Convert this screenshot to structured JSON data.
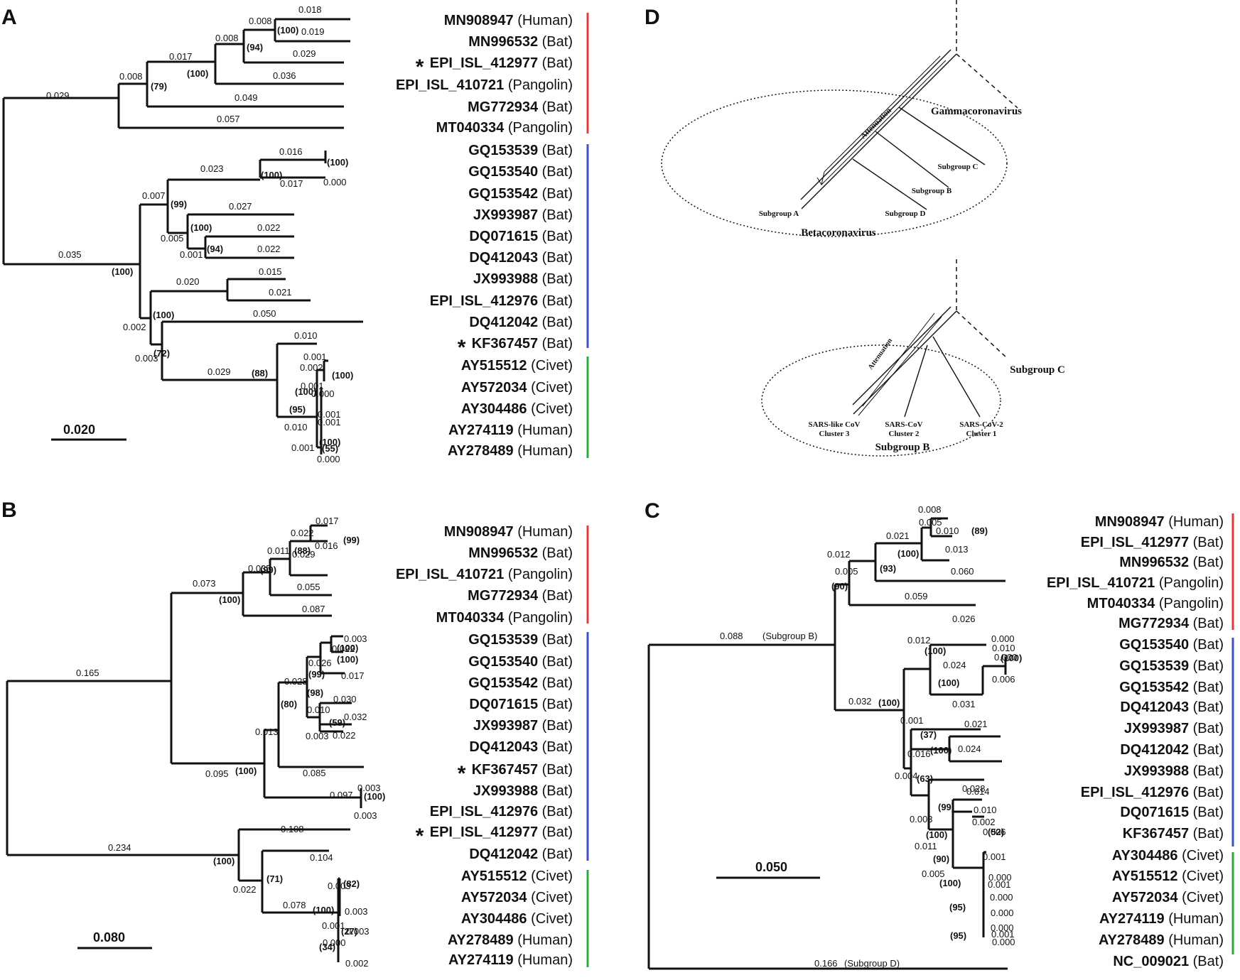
{
  "panels": {
    "A": {
      "label": "A",
      "scale": "0.020",
      "tips": [
        {
          "id": "MN908947",
          "host": "(Human)",
          "star": false
        },
        {
          "id": "MN996532",
          "host": "(Bat)",
          "star": false
        },
        {
          "id": "EPI_ISL_412977",
          "host": "(Bat)",
          "star": true
        },
        {
          "id": "EPI_ISL_410721",
          "host": "(Pangolin)",
          "star": false
        },
        {
          "id": "MG772934",
          "host": "(Bat)",
          "star": false
        },
        {
          "id": "MT040334",
          "host": "(Pangolin)",
          "star": false
        },
        {
          "id": "GQ153539",
          "host": "(Bat)",
          "star": false
        },
        {
          "id": "GQ153540",
          "host": "(Bat)",
          "star": false
        },
        {
          "id": "GQ153542",
          "host": "(Bat)",
          "star": false
        },
        {
          "id": "JX993987",
          "host": "(Bat)",
          "star": false
        },
        {
          "id": "DQ071615",
          "host": "(Bat)",
          "star": false
        },
        {
          "id": "DQ412043",
          "host": "(Bat)",
          "star": false
        },
        {
          "id": "JX993988",
          "host": "(Bat)",
          "star": false
        },
        {
          "id": "EPI_ISL_412976",
          "host": "(Bat)",
          "star": false
        },
        {
          "id": "DQ412042",
          "host": "(Bat)",
          "star": false
        },
        {
          "id": "KF367457",
          "host": "(Bat)",
          "star": true
        },
        {
          "id": "AY515512",
          "host": "(Civet)",
          "star": false
        },
        {
          "id": "AY572034",
          "host": "(Civet)",
          "star": false
        },
        {
          "id": "AY304486",
          "host": "(Civet)",
          "star": false
        },
        {
          "id": "AY274119",
          "host": "(Human)",
          "star": false
        },
        {
          "id": "AY278489",
          "host": "(Human)",
          "star": false
        }
      ],
      "branch_labels": [
        "0.018",
        "0.008",
        "0.019",
        "0.008",
        "0.029",
        "0.017",
        "0.036",
        "0.008",
        "0.049",
        "0.029",
        "0.057",
        "0.016",
        "0.023",
        "0.017",
        "0.000",
        "0.007",
        "0.027",
        "0.005",
        "0.022",
        "0.001",
        "0.022",
        "0.035",
        "0.020",
        "0.015",
        "0.021",
        "0.002",
        "0.050",
        "0.003",
        "0.010",
        "0.029",
        "0.001",
        "0.002",
        "0.000",
        "0.001",
        "0.001",
        "0.001",
        "0.010",
        "0.001",
        "0.000"
      ],
      "support_labels": [
        "(100)",
        "(94)",
        "(100)",
        "(79)",
        "(100)",
        "(100)",
        "(99)",
        "(100)",
        "(94)",
        "(100)",
        "(100)",
        "(72)",
        "(88)",
        "(100)",
        "(100)",
        "(95)",
        "(100)",
        "(55)"
      ]
    },
    "B": {
      "label": "B",
      "scale": "0.080",
      "tips": [
        {
          "id": "MN908947",
          "host": "(Human)",
          "star": false
        },
        {
          "id": "MN996532",
          "host": "(Bat)",
          "star": false
        },
        {
          "id": "EPI_ISL_410721",
          "host": "(Pangolin)",
          "star": false
        },
        {
          "id": "MG772934",
          "host": "(Bat)",
          "star": false
        },
        {
          "id": "MT040334",
          "host": "(Pangolin)",
          "star": false
        },
        {
          "id": "GQ153539",
          "host": "(Bat)",
          "star": false
        },
        {
          "id": "GQ153540",
          "host": "(Bat)",
          "star": false
        },
        {
          "id": "GQ153542",
          "host": "(Bat)",
          "star": false
        },
        {
          "id": "DQ071615",
          "host": "(Bat)",
          "star": false
        },
        {
          "id": "JX993987",
          "host": "(Bat)",
          "star": false
        },
        {
          "id": "DQ412043",
          "host": "(Bat)",
          "star": false
        },
        {
          "id": "KF367457",
          "host": "(Bat)",
          "star": true
        },
        {
          "id": "JX993988",
          "host": "(Bat)",
          "star": false
        },
        {
          "id": "EPI_ISL_412976",
          "host": "(Bat)",
          "star": false
        },
        {
          "id": "EPI_ISL_412977",
          "host": "(Bat)",
          "star": true
        },
        {
          "id": "DQ412042",
          "host": "(Bat)",
          "star": false
        },
        {
          "id": "AY515512",
          "host": "(Civet)",
          "star": false
        },
        {
          "id": "AY572034",
          "host": "(Civet)",
          "star": false
        },
        {
          "id": "AY304486",
          "host": "(Civet)",
          "star": false
        },
        {
          "id": "AY278489",
          "host": "(Human)",
          "star": false
        },
        {
          "id": "AY274119",
          "host": "(Human)",
          "star": false
        }
      ],
      "branch_labels": [
        "0.017",
        "0.022",
        "0.016",
        "0.011",
        "0.029",
        "0.035",
        "0.055",
        "0.073",
        "0.087",
        "0.165",
        "0.003",
        "0.022",
        "0.026",
        "0.017",
        "0.028",
        "0.030",
        "0.032",
        "0.010",
        "0.022",
        "0.003",
        "0.013",
        "0.085",
        "0.095",
        "0.003",
        "0.097",
        "0.003",
        "0.108",
        "0.234",
        "0.104",
        "0.003",
        "0.022",
        "0.078",
        "0.003",
        "0.001",
        "0.003",
        "0.000",
        "0.002"
      ],
      "support_labels": [
        "(99)",
        "(88)",
        "(99)",
        "(100)",
        "(100)",
        "(100)",
        "(99)",
        "(98)",
        "(59)",
        "(80)",
        "(100)",
        "(100)",
        "(100)",
        "(71)",
        "(82)",
        "(100)",
        "(27)",
        "(34)"
      ]
    },
    "C": {
      "label": "C",
      "scale": "0.050",
      "tips": [
        {
          "id": "MN908947",
          "host": "(Human)"
        },
        {
          "id": "EPI_ISL_412977",
          "host": "(Bat)"
        },
        {
          "id": "MN996532",
          "host": "(Bat)"
        },
        {
          "id": "EPI_ISL_410721",
          "host": "(Pangolin)"
        },
        {
          "id": "MT040334",
          "host": "(Pangolin)"
        },
        {
          "id": "MG772934",
          "host": "(Bat)"
        },
        {
          "id": "GQ153540",
          "host": "(Bat)"
        },
        {
          "id": "GQ153539",
          "host": "(Bat)"
        },
        {
          "id": "GQ153542",
          "host": "(Bat)"
        },
        {
          "id": "DQ412043",
          "host": "(Bat)"
        },
        {
          "id": "JX993987",
          "host": "(Bat)"
        },
        {
          "id": "DQ412042",
          "host": "(Bat)"
        },
        {
          "id": "JX993988",
          "host": "(Bat)"
        },
        {
          "id": "EPI_ISL_412976",
          "host": "(Bat)"
        },
        {
          "id": "DQ071615",
          "host": "(Bat)"
        },
        {
          "id": "KF367457",
          "host": "(Bat)"
        },
        {
          "id": "AY304486",
          "host": "(Civet)"
        },
        {
          "id": "AY515512",
          "host": "(Civet)"
        },
        {
          "id": "AY572034",
          "host": "(Civet)"
        },
        {
          "id": "AY274119",
          "host": "(Human)"
        },
        {
          "id": "AY278489",
          "host": "(Human)"
        },
        {
          "id": "NC_009021",
          "host": "(Bat)"
        }
      ],
      "branch_labels": [
        "0.008",
        "0.005",
        "0.010",
        "0.021",
        "0.013",
        "0.012",
        "0.060",
        "0.005",
        "0.059",
        "0.088",
        "(Subgroup B)",
        "0.026",
        "0.000",
        "0.012",
        "0.010",
        "0.000",
        "0.024",
        "0.006",
        "0.032",
        "0.031",
        "0.001",
        "0.021",
        "0.016",
        "0.024",
        "0.004",
        "0.028",
        "0.014",
        "0.003",
        "0.010",
        "0.002",
        "0.006",
        "0.011",
        "0.001",
        "0.005",
        "0.000",
        "0.001",
        "0.000",
        "0.000",
        "0.000",
        "0.001",
        "0.000",
        "0.166",
        "(Subgroup D)"
      ],
      "support_labels": [
        "(89)",
        "(100)",
        "(93)",
        "(90)",
        "(100)",
        "(100)",
        "(100)",
        "(100)",
        "(37)",
        "(100)",
        "(63)",
        "(99)",
        "(100)",
        "(52)",
        "(90)",
        "(100)",
        "(95)",
        "(95)"
      ]
    },
    "D": {
      "label": "D",
      "top": {
        "labels": [
          "Gammacoronavirus",
          "Attenuation",
          "Subgroup C",
          "Subgroup B",
          "Subgroup A",
          "Subgroup D",
          "Betacoronavirus"
        ]
      },
      "bottom": {
        "labels": [
          "Subgroup C",
          "Attenuation",
          "SARS-like CoV",
          "Cluster 3",
          "SARS-CoV",
          "Cluster 2",
          "SARS-CoV-2",
          "Cluster 1",
          "Subgroup B"
        ]
      }
    }
  },
  "colors": {
    "red": "#e03a3a",
    "blue": "#3f4fc8",
    "green": "#2fa83a"
  }
}
